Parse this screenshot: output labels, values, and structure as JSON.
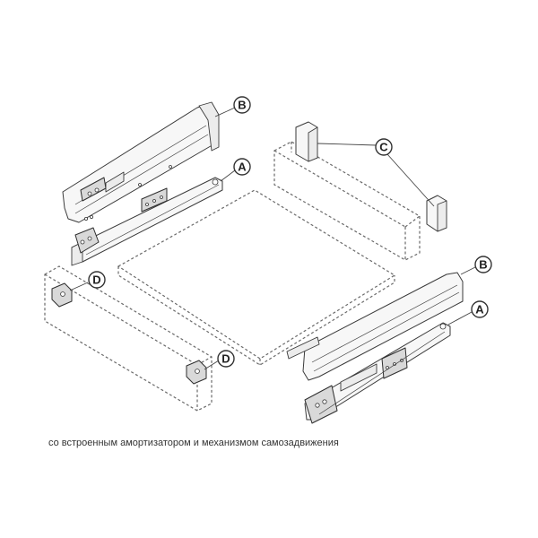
{
  "caption": "со встроенным амортизатором и механизмом самозадвижения",
  "callouts": {
    "b_top": "B",
    "a_top": "A",
    "c": "C",
    "d_top": "D",
    "d_bottom": "D",
    "b_right": "B",
    "a_right": "A"
  }
}
